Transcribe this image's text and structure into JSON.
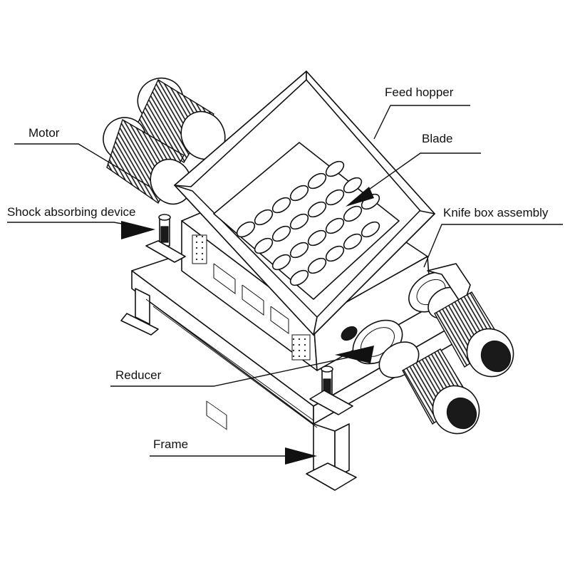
{
  "labels": {
    "feed_hopper": "Feed hopper",
    "blade": "Blade",
    "motor": "Motor",
    "shock_absorbing_device": "Shock absorbing device",
    "knife_box_assembly": "Knife box assembly",
    "reducer": "Reducer",
    "frame": "Frame"
  },
  "colors": {
    "line": "#111111",
    "background": "#ffffff"
  }
}
